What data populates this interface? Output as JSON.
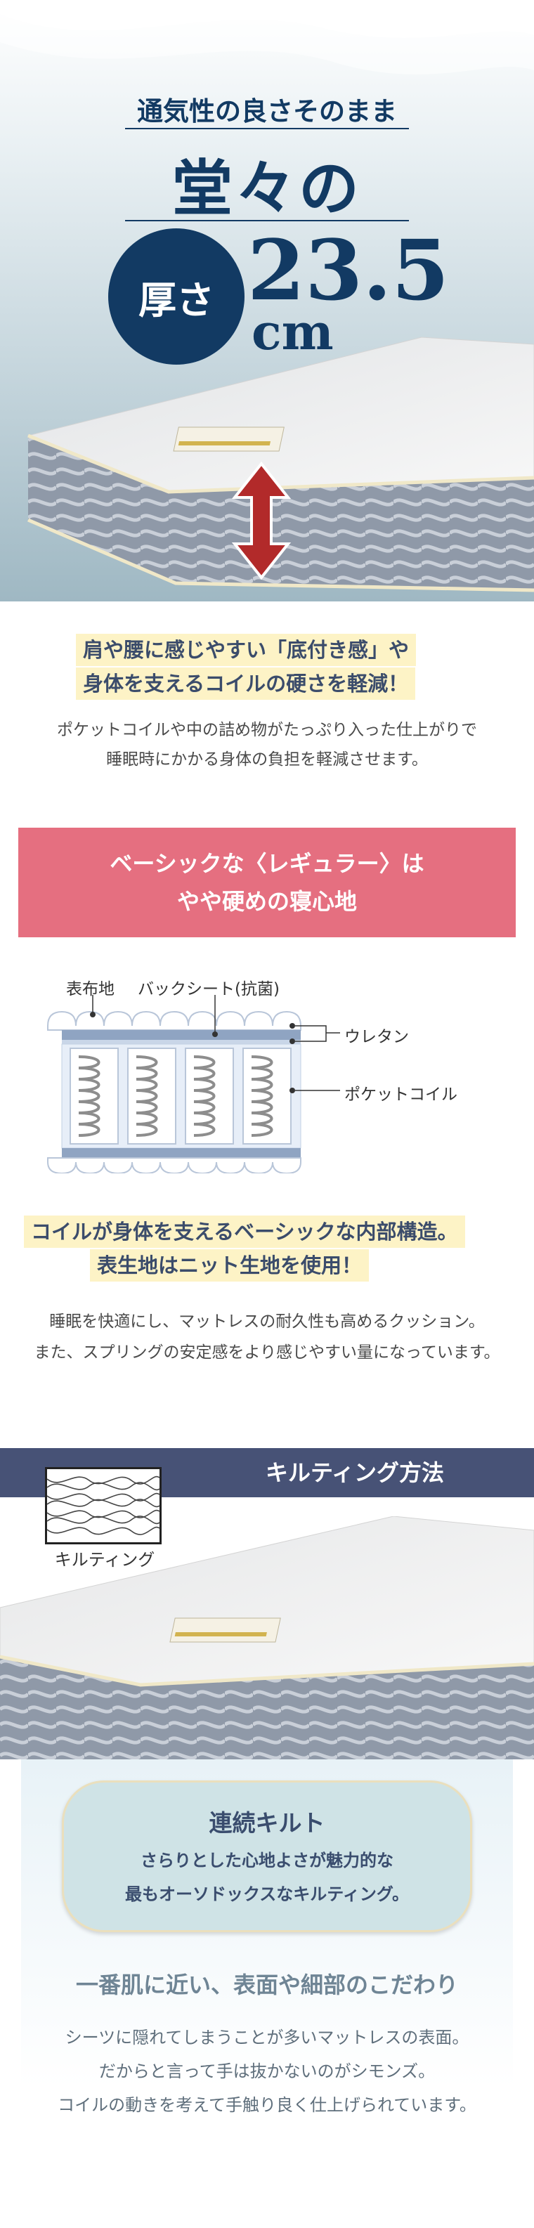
{
  "hero": {
    "subtitle": "通気性の良さそのまま",
    "main_title": "堂々の",
    "thickness_label": "厚さ",
    "thickness_value": "23.5",
    "thickness_unit": "cm"
  },
  "section1": {
    "highlight_line1": "肩や腰に感じやすい「底付き感」や",
    "highlight_line2": "身体を支えるコイルの硬さを軽減！",
    "body_line1": "ポケットコイルや中の詰め物がたっぷり入った仕上がりで",
    "body_line2": "睡眠時にかかる身体の負担を軽減させます。"
  },
  "banner": {
    "line1": "ベーシックな〈レギュラー〉は",
    "line2": "やや硬めの寝心地"
  },
  "diagram": {
    "label_cover": "表布地",
    "label_backsheet": "バックシート(抗菌)",
    "label_urethane": "ウレタン",
    "label_coil": "ポケットコイル"
  },
  "section2": {
    "highlight_line1": "コイルが身体を支えるベーシックな内部構造。",
    "highlight_line2": "表生地はニット生地を使用！",
    "body_line1": "睡眠を快適にし、マットレスの耐久性も高めるクッション。",
    "body_line2": "また、スプリングの安定感をより感じやすい量になっています。"
  },
  "quilting": {
    "header": "キルティング方法",
    "swatch_label": "キルティング",
    "card_title": "連続キルト",
    "card_line1": "さらりとした心地よさが魅力的な",
    "card_line2": "最もオーソドックスなキルティング。"
  },
  "detail": {
    "title": "一番肌に近い、表面や細部のこだわり",
    "line1": "シーツに隠れてしまうことが多いマットレスの表面。",
    "line2": "だからと言って手は抜かないのがシモンズ。",
    "line3": "コイルの動きを考えて手触り良く仕上げられています。"
  },
  "colors": {
    "navy": "#123a63",
    "pink_banner": "#e56f80",
    "highlight_yellow": "#fdf3c6",
    "quilt_header": "#475276",
    "arrow_red": "#b22a2a"
  }
}
